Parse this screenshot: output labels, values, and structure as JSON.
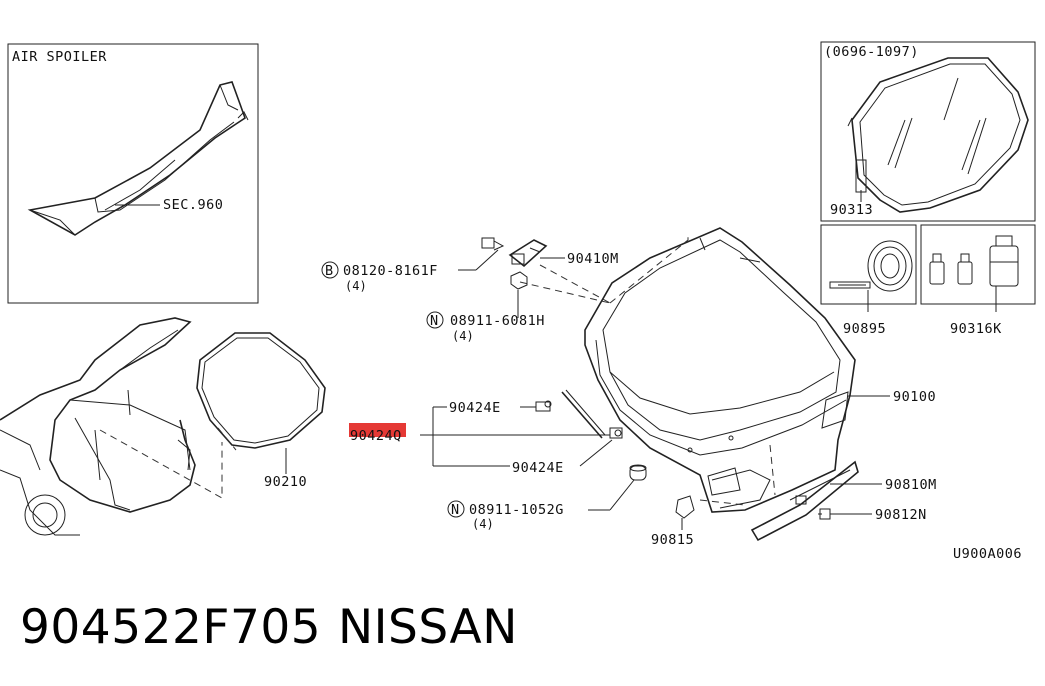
{
  "part_number": "904522F705",
  "brand": "NISSAN",
  "diagram_code": "U900A006",
  "highlight_color": "#e53935",
  "insets": {
    "air_spoiler": {
      "title": "AIR SPOILER",
      "ref": "SEC.960"
    },
    "glass": {
      "range": "(0696-1097)",
      "part": "90313"
    },
    "tape": {
      "part": "90895"
    },
    "kit": {
      "part": "90316K"
    }
  },
  "callouts": {
    "bolt": {
      "prefix": "B",
      "number": "08120-8161F",
      "qty": "(4)"
    },
    "nut_top": {
      "prefix": "N",
      "number": "08911-6081H",
      "qty": "(4)"
    },
    "nut_bottom": {
      "prefix": "N",
      "number": "08911-1052G",
      "qty": "(4)"
    },
    "stay_upper": "90424E",
    "stay_lower": "90424E",
    "stay_assembly": "90424Q",
    "hinge": "90410M",
    "door": "90100",
    "weatherstrip": "90210",
    "finisher": "90810M",
    "clip": "90812N",
    "bumper": "90815"
  }
}
